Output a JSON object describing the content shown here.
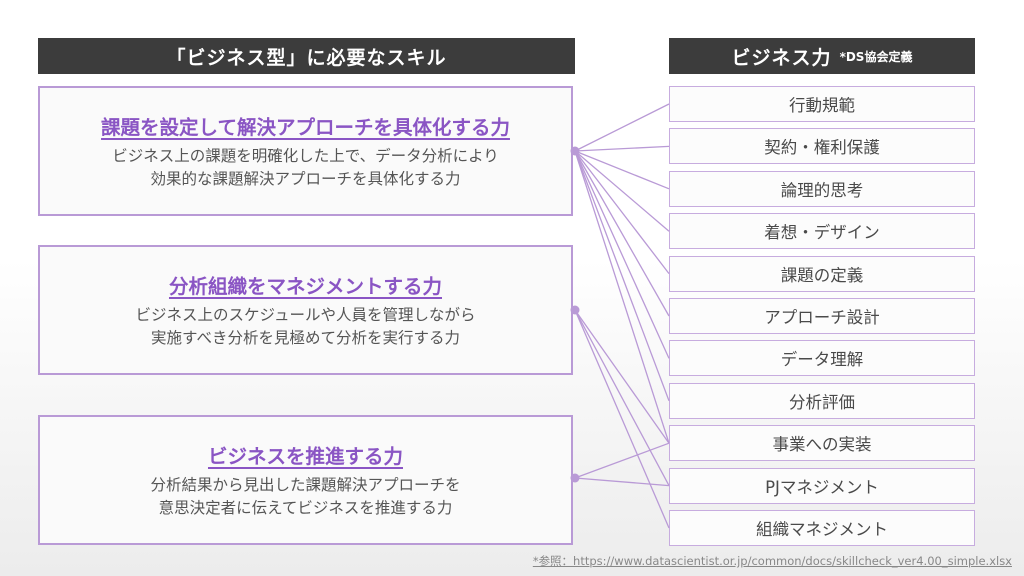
{
  "left_header": "「ビジネス型」に必要なスキル",
  "right_header": {
    "title": "ビジネス力",
    "note": "*DS協会定義"
  },
  "left_boxes": [
    {
      "title": "課題を設定して解決アプローチを具体化する力",
      "desc_line1": "ビジネス上の課題を明確化した上で、データ分析により",
      "desc_line2": "効果的な課題解決アプローチを具体化する力"
    },
    {
      "title": "分析組織をマネジメントする力",
      "desc_line1": "ビジネス上のスケジュールや人員を管理しながら",
      "desc_line2": "実施すべき分析を見極めて分析を実行する力"
    },
    {
      "title": "ビジネスを推進する力",
      "desc_line1": "分析結果から見出した課題解決アプローチを",
      "desc_line2": "意思決定者に伝えてビジネスを推進する力"
    }
  ],
  "skills": [
    "行動規範",
    "契約・権利保護",
    "論理的思考",
    "着想・デザイン",
    "課題の定義",
    "アプローチ設計",
    "データ理解",
    "分析評価",
    "事業への実装",
    "PJマネジメント",
    "組織マネジメント"
  ],
  "connections": [
    [
      0,
      1,
      2,
      3,
      4,
      5,
      6,
      7,
      8
    ],
    [
      8,
      9,
      10
    ],
    [
      8,
      9
    ]
  ],
  "colors": {
    "accent": "#8a55c4",
    "line": "#b99ad6",
    "header_bg": "#3c3c3c"
  },
  "footnote": "*参照：https://www.datascientist.or.jp/common/docs/skillcheck_ver4.00_simple.xlsx"
}
